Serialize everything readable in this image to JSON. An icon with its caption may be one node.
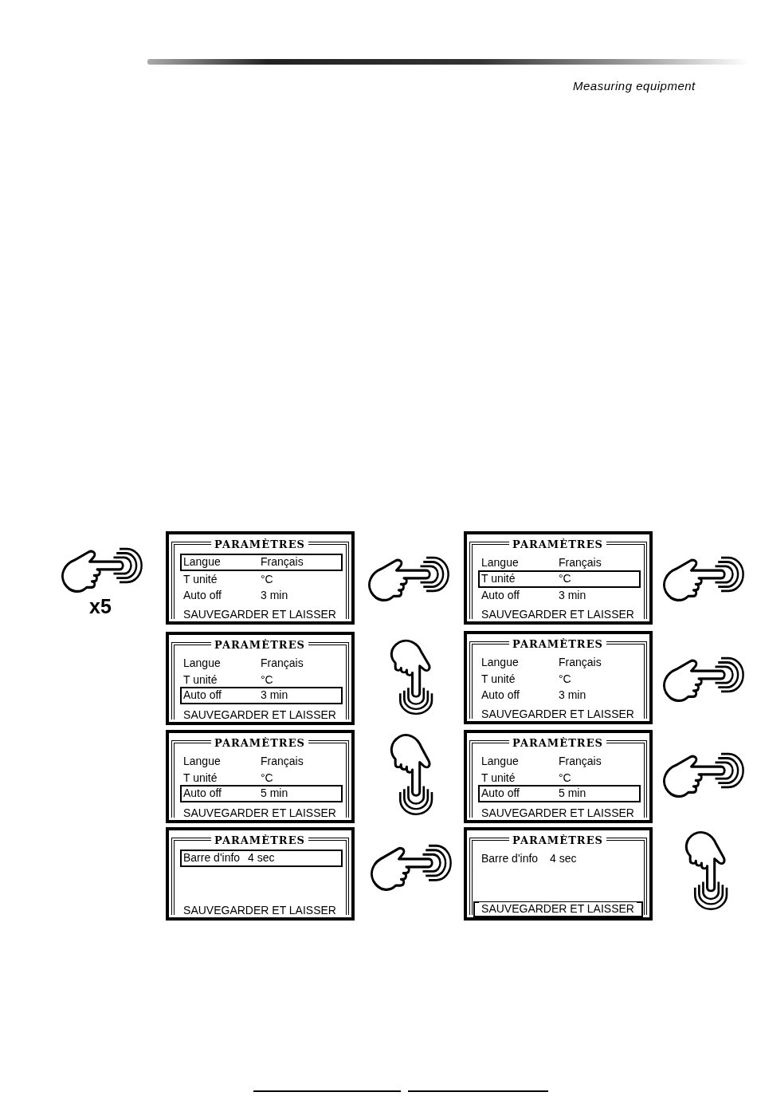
{
  "diagram": {
    "nodes": [
      {
        "text": [
          "PARAMÈTRES",
          "T unité",
          "°C",
          "Auto off",
          "3 min",
          "SAUVEGARDER ET LAISSER"
        ]
      },
      {
        "text": [
          "Langue",
          "Français"
        ],
        "in": 0
      },
      {
        "text": [
          "PARAMÈTRES",
          "Langue",
          "Français",
          "Auto off",
          "3 min",
          "SAUVEGARDER ET LAISSER"
        ]
      },
      {
        "text": [
          "T unité",
          "°C"
        ],
        "in": 2
      },
      {
        "text": [
          "PARAMÈTRES",
          "Langue",
          "Français",
          "T unité",
          "°C",
          "SAUVEGARDER ET LAISSER"
        ]
      },
      {
        "text": [
          "Auto off",
          "3 min"
        ],
        "in": 4
      },
      {
        "text": [
          "PARAMÈTRES",
          "Langue",
          "Français",
          "T unité",
          "°C",
          "Auto off",
          "3 min",
          "SAUVEGARDER ET LAISSER"
        ]
      },
      {
        "text": [
          "PARAMÈTRES",
          "Langue",
          "Français",
          "T unité",
          "°C",
          "SAUVEGARDER ET LAISSER"
        ]
      },
      {
        "text": [
          "Auto off",
          "5 min"
        ],
        "in": 7
      },
      {
        "text": [
          "PARAMÈTRES",
          "Langue",
          "Français",
          "T unité",
          "°C",
          "SAUVEGARDER ET LAISSER"
        ]
      },
      {
        "text": [
          "Auto off",
          "5 min"
        ],
        "in": 9
      },
      {
        "text": [
          "PARAMÈTRES",
          "SAUVEGARDER ET LAISSER"
        ]
      },
      {
        "text": [
          "Barre d'info",
          "4 sec"
        ],
        "in": 11
      },
      {
        "text": [
          "PARAMÈTRES",
          "Barre d'info",
          "4 sec"
        ]
      },
      {
        "text": [
          "SAUVEGARDER ET LAISSER"
        ],
        "in": 13
      }
    ],
    "labels": [
      "Measuring equipment",
      "x5"
    ]
  }
}
